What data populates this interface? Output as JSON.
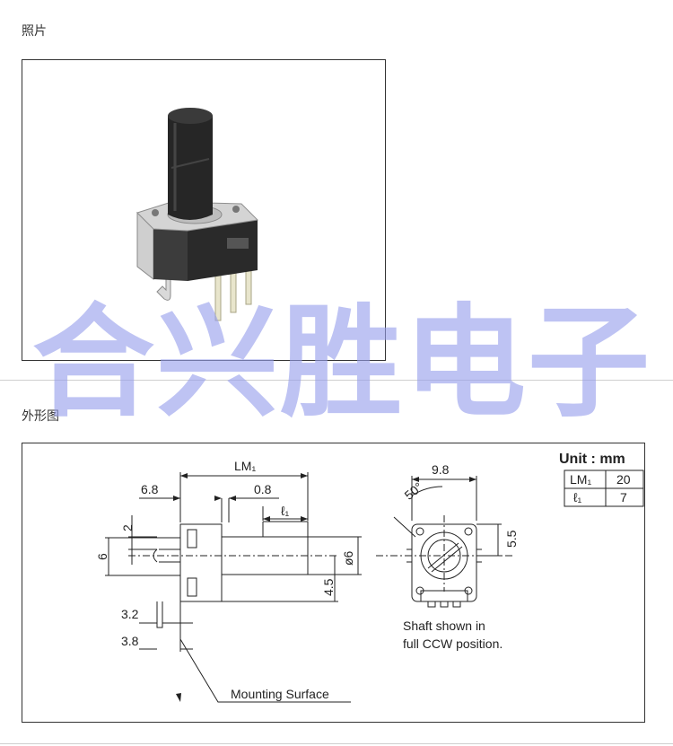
{
  "sections": {
    "photo_title": "照片",
    "drawing_title": "外形图"
  },
  "watermark": "合兴胜电子",
  "drawing": {
    "unit_label": "Unit : mm",
    "table": [
      {
        "label": "LM₁",
        "value": "20"
      },
      {
        "label": "ℓ₁",
        "value": "7"
      }
    ],
    "dims": {
      "lm1": "LM₁",
      "d68": "6.8",
      "d08": "0.8",
      "l1": "ℓ₁",
      "d2": "2",
      "d6": "6",
      "phi6": "ø6",
      "d45": "4.5",
      "d32": "3.2",
      "d38": "3.8",
      "d98": "9.8",
      "d55": "5.5",
      "d50": "50°"
    },
    "mounting_surface": "Mounting Surface",
    "caption_line1": "Shaft shown in",
    "caption_line2": "full CCW position."
  },
  "colors": {
    "watermark": "#969eeb",
    "frame": "#333333",
    "rule": "#cfcfcf"
  }
}
